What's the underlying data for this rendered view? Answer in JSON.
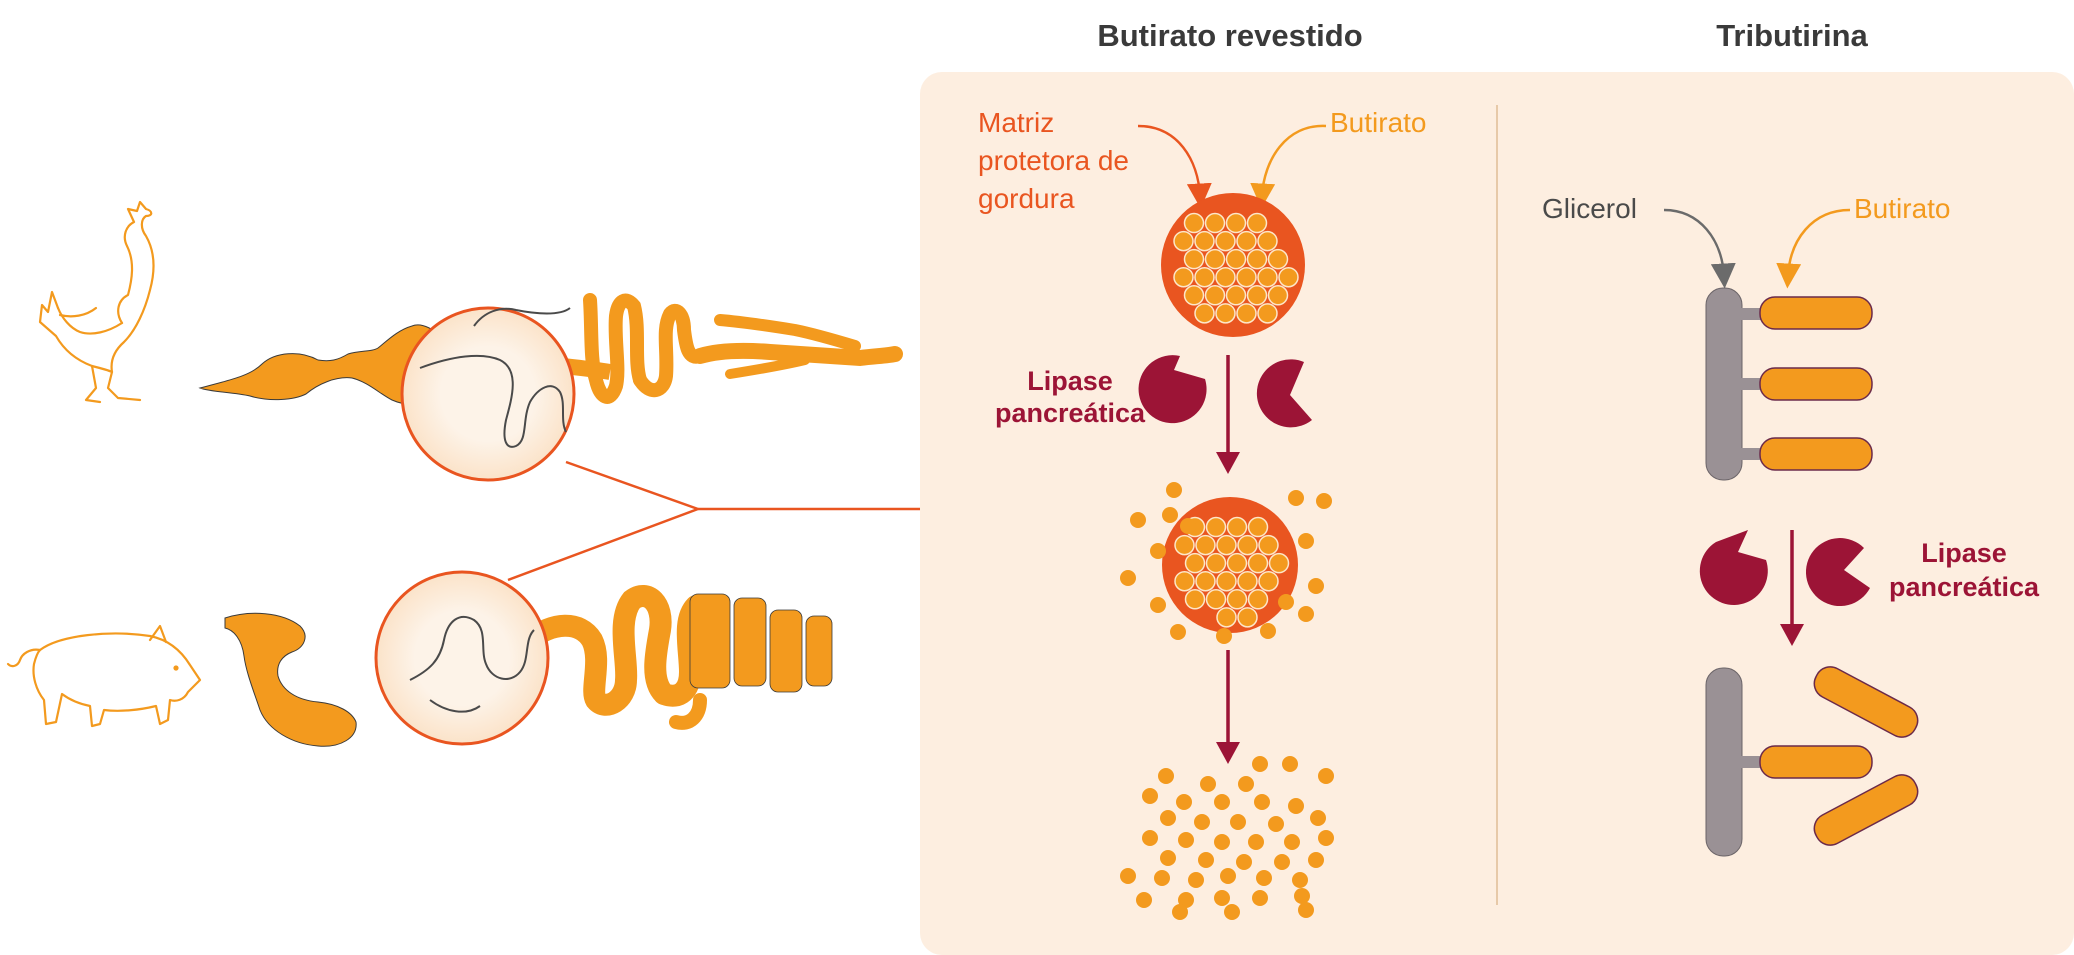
{
  "headers": {
    "coated": "Butirato revestido",
    "tributyrin": "Tributirina"
  },
  "coated_panel": {
    "matrix_label": [
      "Matriz",
      "protetora de",
      "gordura"
    ],
    "butyrate_label": "Butirato",
    "lipase_label": [
      "Lipase",
      "pancreática"
    ]
  },
  "tributyrin_panel": {
    "glycerol_label": "Glicerol",
    "butyrate_label": "Butirato",
    "lipase_label": [
      "Lipase",
      "pancreática"
    ]
  },
  "colors": {
    "orange": "#f39a1e",
    "dark_orange": "#e95520",
    "crimson": "#9c1436",
    "gray": "#9a9195",
    "panel_bg": "#fdeee0",
    "animal_outline": "#f39a1e"
  },
  "icons": [
    "chicken-icon",
    "pig-icon",
    "lipase-enzyme-icon",
    "down-arrow-icon"
  ]
}
